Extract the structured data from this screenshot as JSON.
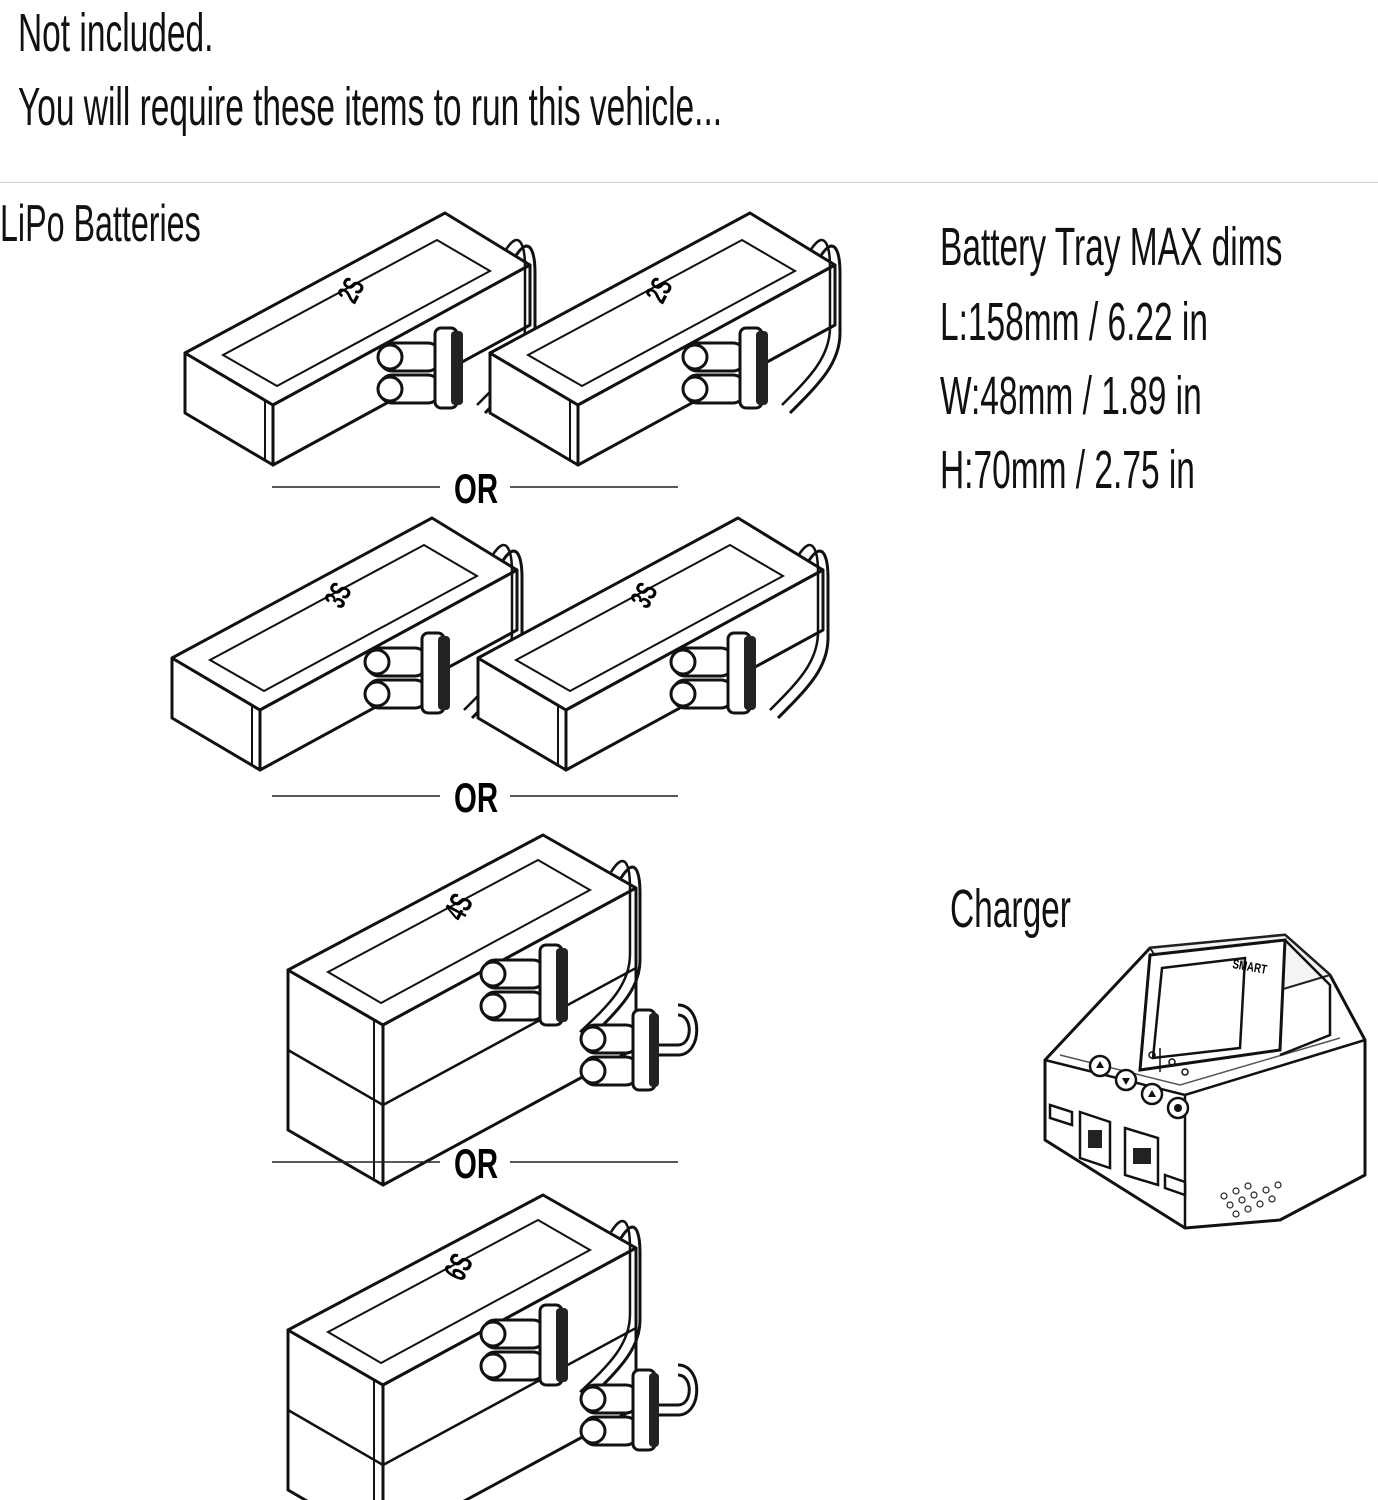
{
  "header": {
    "line1": "Not included.",
    "line2": "You will require these items to run this vehicle..."
  },
  "batteries": {
    "section_label": "LiPo Batteries",
    "separator_word": "OR",
    "cells": [
      "2S",
      "2S",
      "3S",
      "3S",
      "4S",
      "6S"
    ]
  },
  "tray": {
    "title": "Battery Tray MAX dims",
    "length": "L:158mm / 6.22 in",
    "width": "W:48mm / 1.89 in",
    "height": "H:70mm / 2.75 in"
  },
  "charger": {
    "label": "Charger",
    "brand": "SMART"
  }
}
